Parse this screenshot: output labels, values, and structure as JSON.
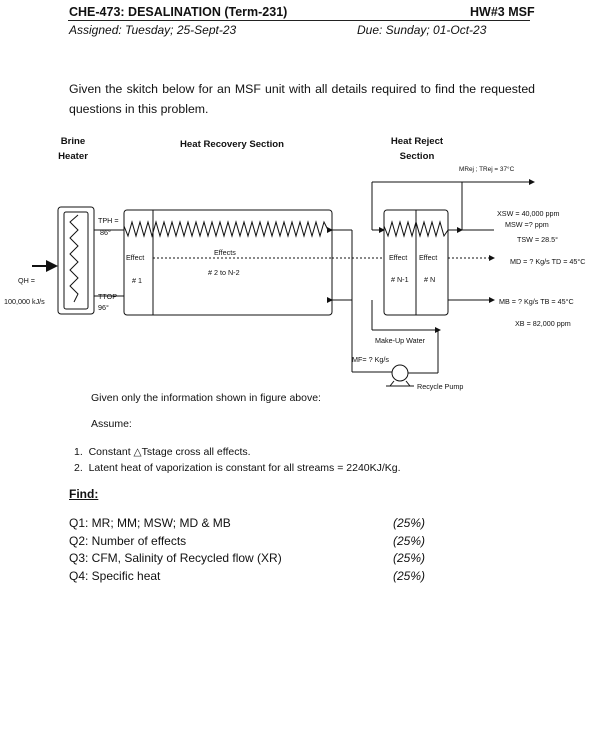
{
  "header": {
    "course": "CHE-473: DESALINATION (Term-231)",
    "hw": "HW#3 MSF",
    "assigned": "Assigned: Tuesday; 25-Sept-23",
    "due": "Due: Sunday; 01-Oct-23"
  },
  "intro": "Given the skitch below for an MSF unit with all details required to find the requested questions in this problem.",
  "diagram": {
    "brine_heater_line1": "Brine",
    "brine_heater_line2": "Heater",
    "heat_recovery": "Heat Recovery Section",
    "heat_reject_line1": "Heat Reject",
    "heat_reject_line2": "Section",
    "tph": "TPH =",
    "tph_val": "86°",
    "ttop": "TTOP",
    "ttop_val": "96°",
    "qh": "QH =",
    "qh_val": "100,000 kJ/s",
    "effect1": "Effect",
    "n1": "# 1",
    "effects": "Effects",
    "range": "# 2 to N-2",
    "effect_n1": "Effect",
    "n_n1": "# N-1",
    "effect_n": "Effect",
    "n_n": "# N",
    "mrej": "MRej ; TRej = 37°C",
    "xsw": "XSW = 40,000 ppm",
    "msw": "MSW =? ppm",
    "tsw": "TSW = 28.5°",
    "md": "MD = ?  Kg/s  TD = 45°C",
    "mb": "MB = ?  Kg/s  TB = 45°C",
    "xb": "XB = 82,000 ppm",
    "makeup": "Make-Up Water",
    "mf": "MF= ?  Kg/s",
    "pump": "Recycle Pump"
  },
  "given": "Given only the information shown in figure above:",
  "assume_label": "Assume:",
  "assumptions": [
    "Constant △Tstage cross all effects.",
    "Latent heat of vaporization is constant for all streams = 2240KJ/Kg."
  ],
  "find_label": "Find:",
  "questions": [
    {
      "text": "Q1: MR; MM; MSW; MD & MB",
      "pct": "(25%)"
    },
    {
      "text": "Q2: Number of effects",
      "pct": "(25%)"
    },
    {
      "text": "Q3: CFM, Salinity of Recycled flow (XR)",
      "pct": "(25%)"
    },
    {
      "text": "Q4: Specific heat",
      "pct": "(25%)"
    }
  ]
}
